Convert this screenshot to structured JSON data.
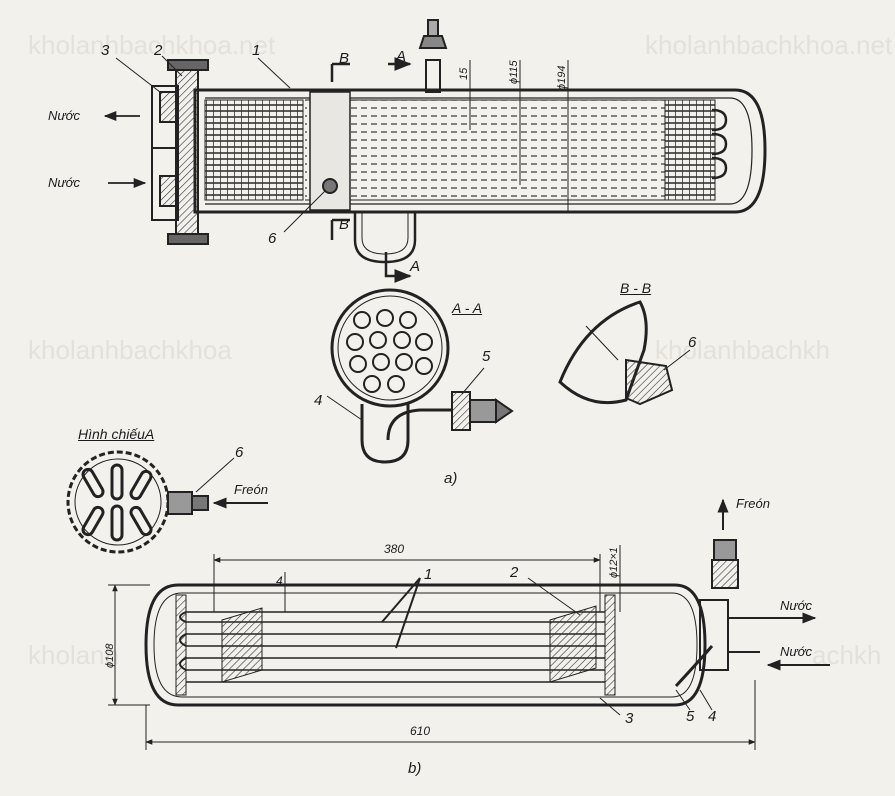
{
  "watermarks": [
    "kholanhbachkhoa.net",
    "kholanhbachkhoa.net",
    "kholanhbachkhoa",
    "kholanhbachkh",
    "kholanh",
    "achkh"
  ],
  "labels_a": {
    "n3": "3",
    "n2": "2",
    "n1": "1",
    "n6": "6",
    "water_out": "Nước",
    "water_in": "Nước",
    "b_top": "B",
    "b_bottom": "B",
    "a_top": "A",
    "a_bottom": "A",
    "dim_15": "15",
    "dim_115": "ϕ115",
    "dim_194": "ϕ194",
    "section_aa": "A - A",
    "section_bb": "B - B",
    "n4": "4",
    "n5": "5",
    "n6b": "6",
    "caption": "a)"
  },
  "labels_view": {
    "title": "Hình chiếuA",
    "n6": "6",
    "freon": "Freón"
  },
  "labels_b": {
    "freon": "Freón",
    "dim_380": "380",
    "dim_12": "ϕ12×1",
    "dim_4": "4",
    "dim_108": "ϕ108",
    "dim_610": "610",
    "n1": "1",
    "n2": "2",
    "n3": "3",
    "n4": "4",
    "n5": "5",
    "water_out": "Nước",
    "water_in": "Nước",
    "caption": "b)"
  }
}
